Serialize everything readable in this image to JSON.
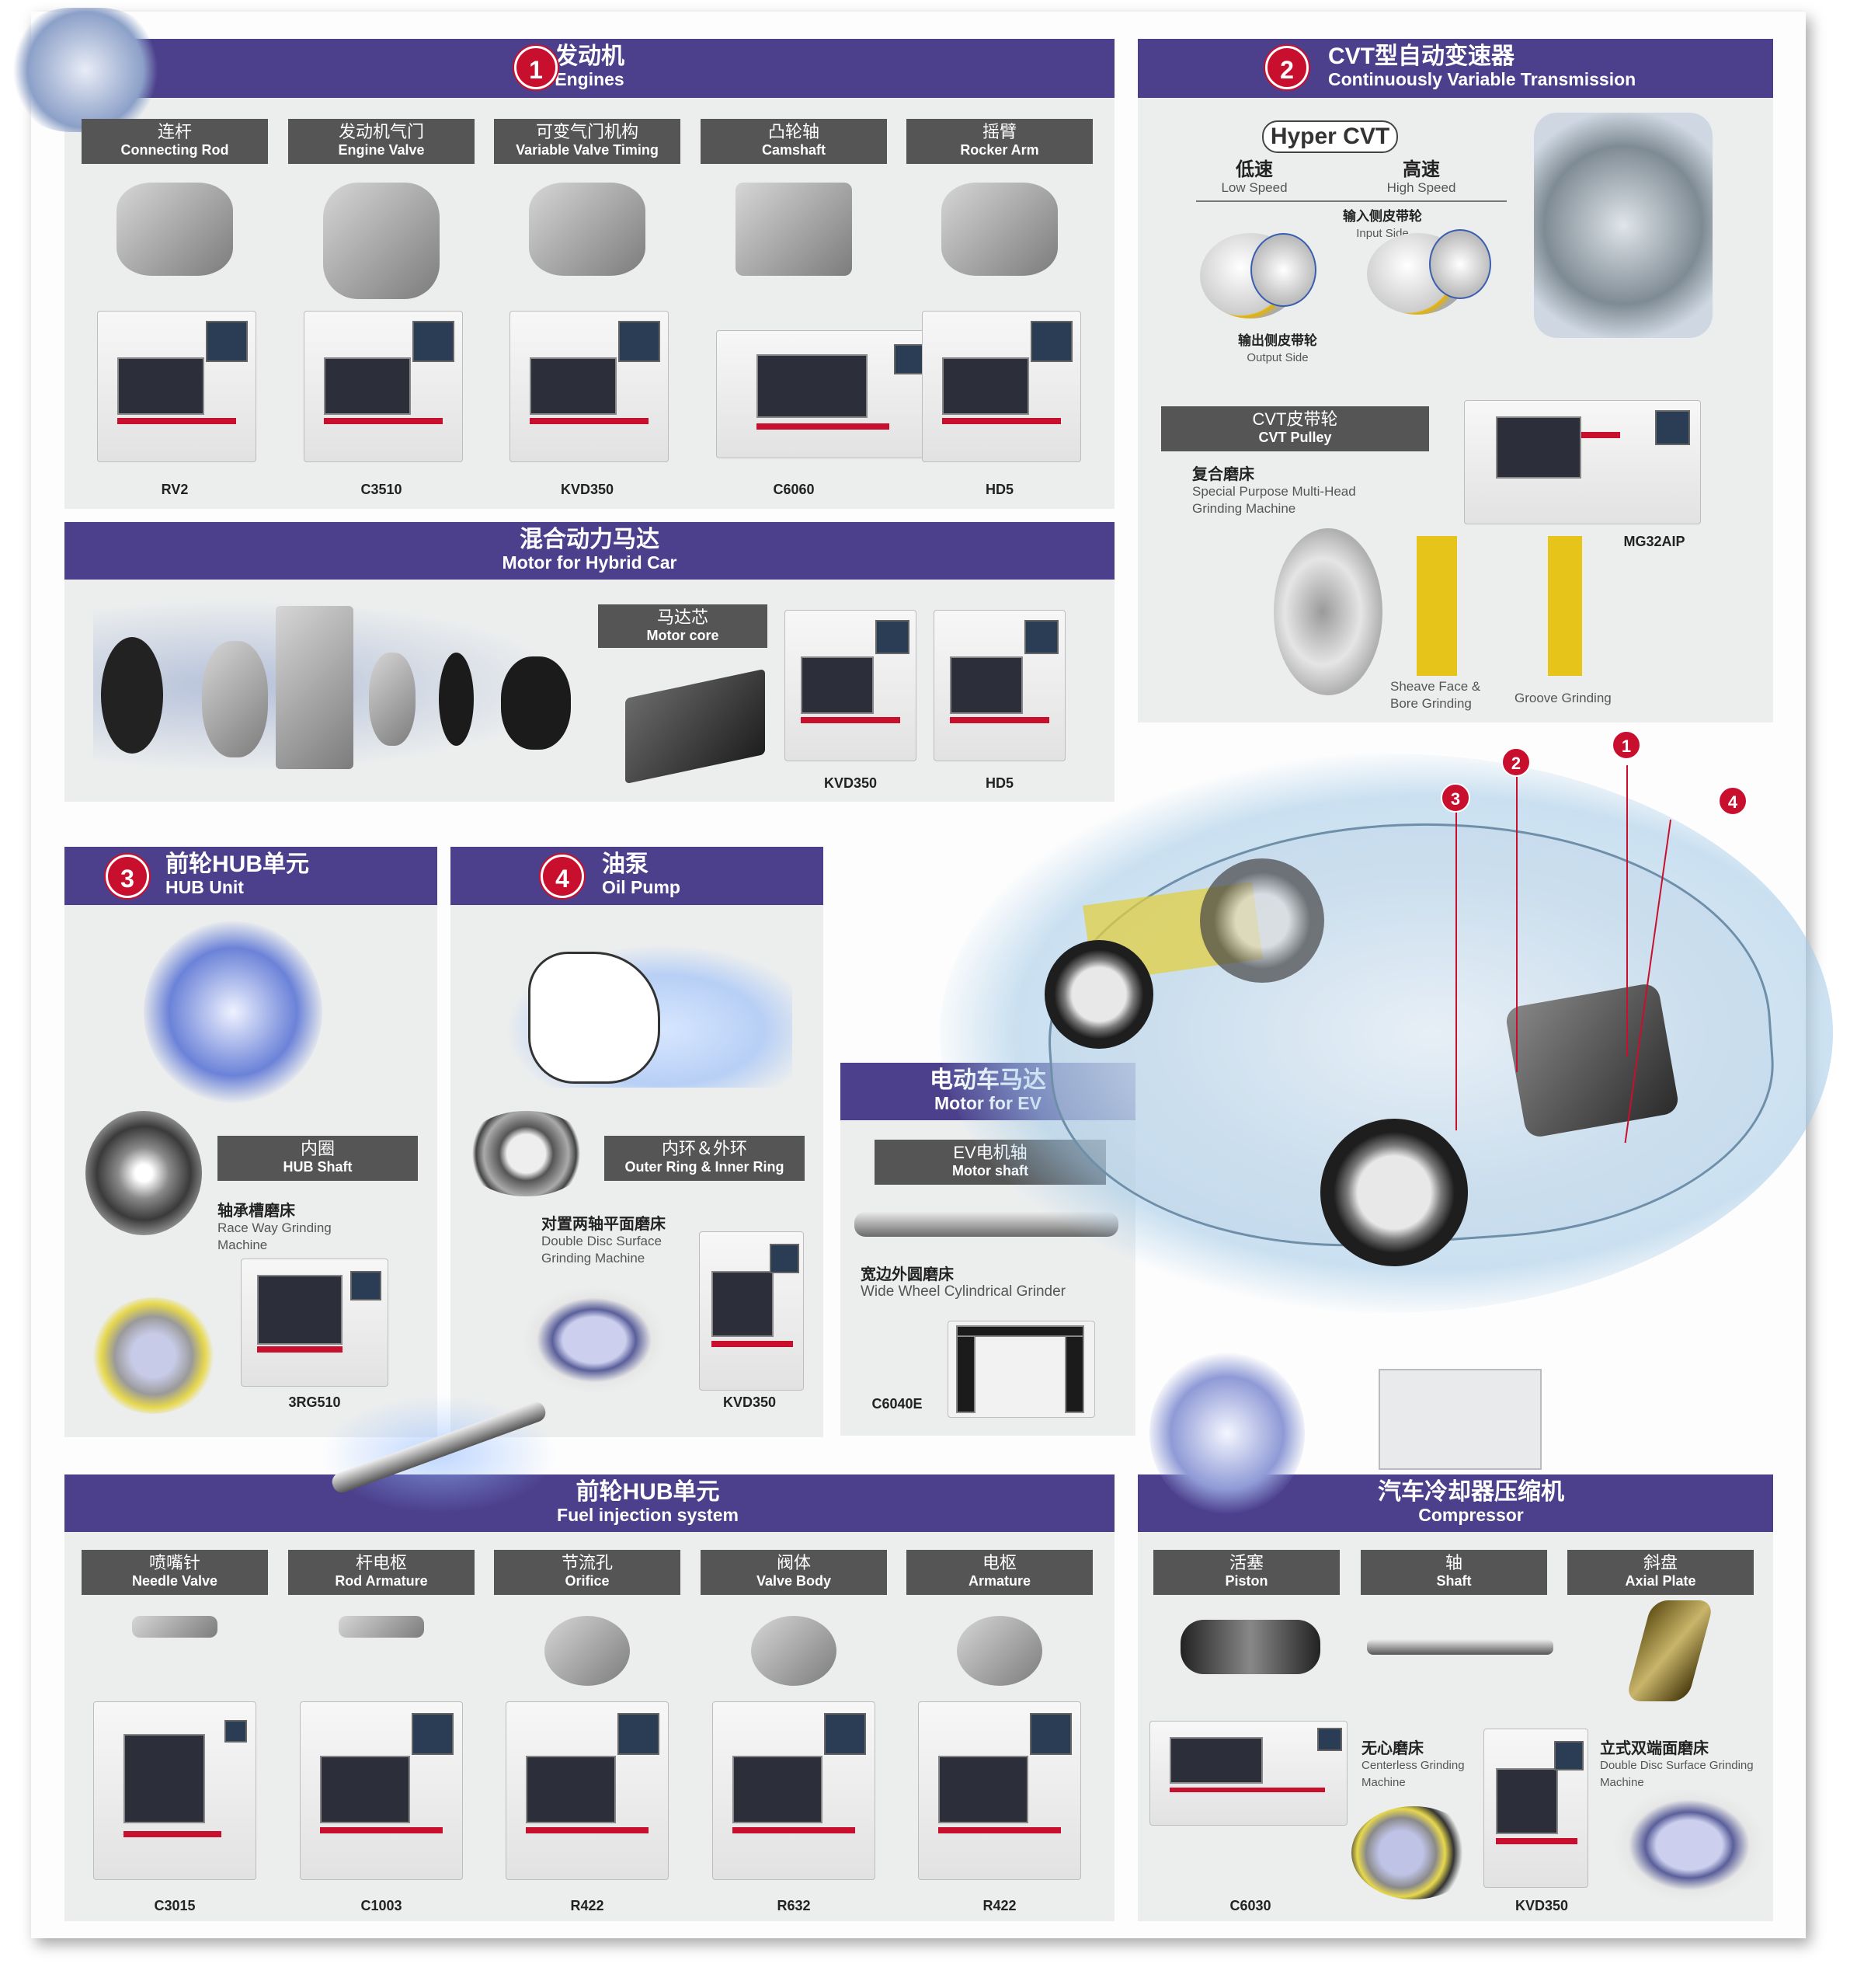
{
  "engines": {
    "number": "1",
    "title_zh": "发动机",
    "title_en": "Engines",
    "parts": [
      {
        "zh": "连杆",
        "en": "Connecting Rod"
      },
      {
        "zh": "发动机气门",
        "en": "Engine Valve"
      },
      {
        "zh": "可变气门机构",
        "en": "Variable Valve Timing"
      },
      {
        "zh": "凸轮轴",
        "en": "Camshaft"
      },
      {
        "zh": "摇臂",
        "en": "Rocker Arm"
      }
    ],
    "machines": [
      "RV2",
      "C3510",
      "KVD350",
      "C6060",
      "HD5"
    ]
  },
  "cvt": {
    "number": "2",
    "title_zh": "CVT型自动变速器",
    "title_en": "Continuously Variable Transmission",
    "hyper": "Hyper CVT",
    "low_zh": "低速",
    "low_en": "Low Speed",
    "high_zh": "高速",
    "high_en": "High Speed",
    "input_zh": "输入侧皮带轮",
    "input_en": "Input Side",
    "output_zh": "输出侧皮带轮",
    "output_en": "Output Side",
    "pulley_zh": "CVT皮带轮",
    "pulley_en": "CVT Pulley",
    "grind_zh": "复合磨床",
    "grind_en": "Special Purpose Multi-Head Grinding Machine",
    "machine": "MG32AIP",
    "sheave": "Sheave Face & Bore Grinding",
    "groove": "Groove Grinding"
  },
  "hybrid": {
    "title_zh": "混合动力马达",
    "title_en": "Motor for Hybrid Car",
    "core_zh": "马达芯",
    "core_en": "Motor core",
    "machines": [
      "KVD350",
      "HD5"
    ]
  },
  "hub": {
    "number": "3",
    "title_zh": "前轮HUB单元",
    "title_en": "HUB Unit",
    "shaft_zh": "内圈",
    "shaft_en": "HUB Shaft",
    "grind_zh": "轴承槽磨床",
    "grind_en": "Race Way Grinding Machine",
    "machine": "3RG510"
  },
  "oilpump": {
    "number": "4",
    "title_zh": "油泵",
    "title_en": "Oil Pump",
    "ring_zh": "内环＆外环",
    "ring_en": "Outer Ring & Inner Ring",
    "grind_zh": "对置两轴平面磨床",
    "grind_en": "Double Disc Surface Grinding Machine",
    "machine": "KVD350"
  },
  "ev": {
    "title_zh": "电动车马达",
    "title_en": "Motor for  EV",
    "shaft_zh": "EV电机轴",
    "shaft_en": "Motor shaft",
    "grind_zh": "宽边外圆磨床",
    "grind_en": "Wide Wheel Cylindrical Grinder",
    "machine": "C6040E"
  },
  "car": {
    "markers": [
      "1",
      "2",
      "3",
      "4"
    ]
  },
  "fuel": {
    "title_zh": "前轮HUB单元",
    "title_en": "Fuel injection system",
    "parts": [
      {
        "zh": "喷嘴针",
        "en": "Needle Valve"
      },
      {
        "zh": "杆电枢",
        "en": "Rod Armature"
      },
      {
        "zh": "节流孔",
        "en": "Orifice"
      },
      {
        "zh": "阀体",
        "en": "Valve Body"
      },
      {
        "zh": "电枢",
        "en": "Armature"
      }
    ],
    "machines": [
      "C3015",
      "C1003",
      "R422",
      "R632",
      "R422"
    ]
  },
  "compressor": {
    "title_zh": "汽车冷却器压缩机",
    "title_en": "Compressor",
    "parts": [
      {
        "zh": "活塞",
        "en": "Piston"
      },
      {
        "zh": "轴",
        "en": "Shaft"
      },
      {
        "zh": "斜盘",
        "en": "Axial Plate"
      }
    ],
    "centerless_zh": "无心磨床",
    "centerless_en": "Centerless Grinding Machine",
    "disc_zh": "立式双端面磨床",
    "disc_en": "Double Disc Surface Grinding Machine",
    "machines": [
      "C6030",
      "KVD350"
    ]
  },
  "colors": {
    "band": "#4c3f8c",
    "badge": "#c8102e",
    "label": "#555555",
    "panel": "#eceeee"
  }
}
